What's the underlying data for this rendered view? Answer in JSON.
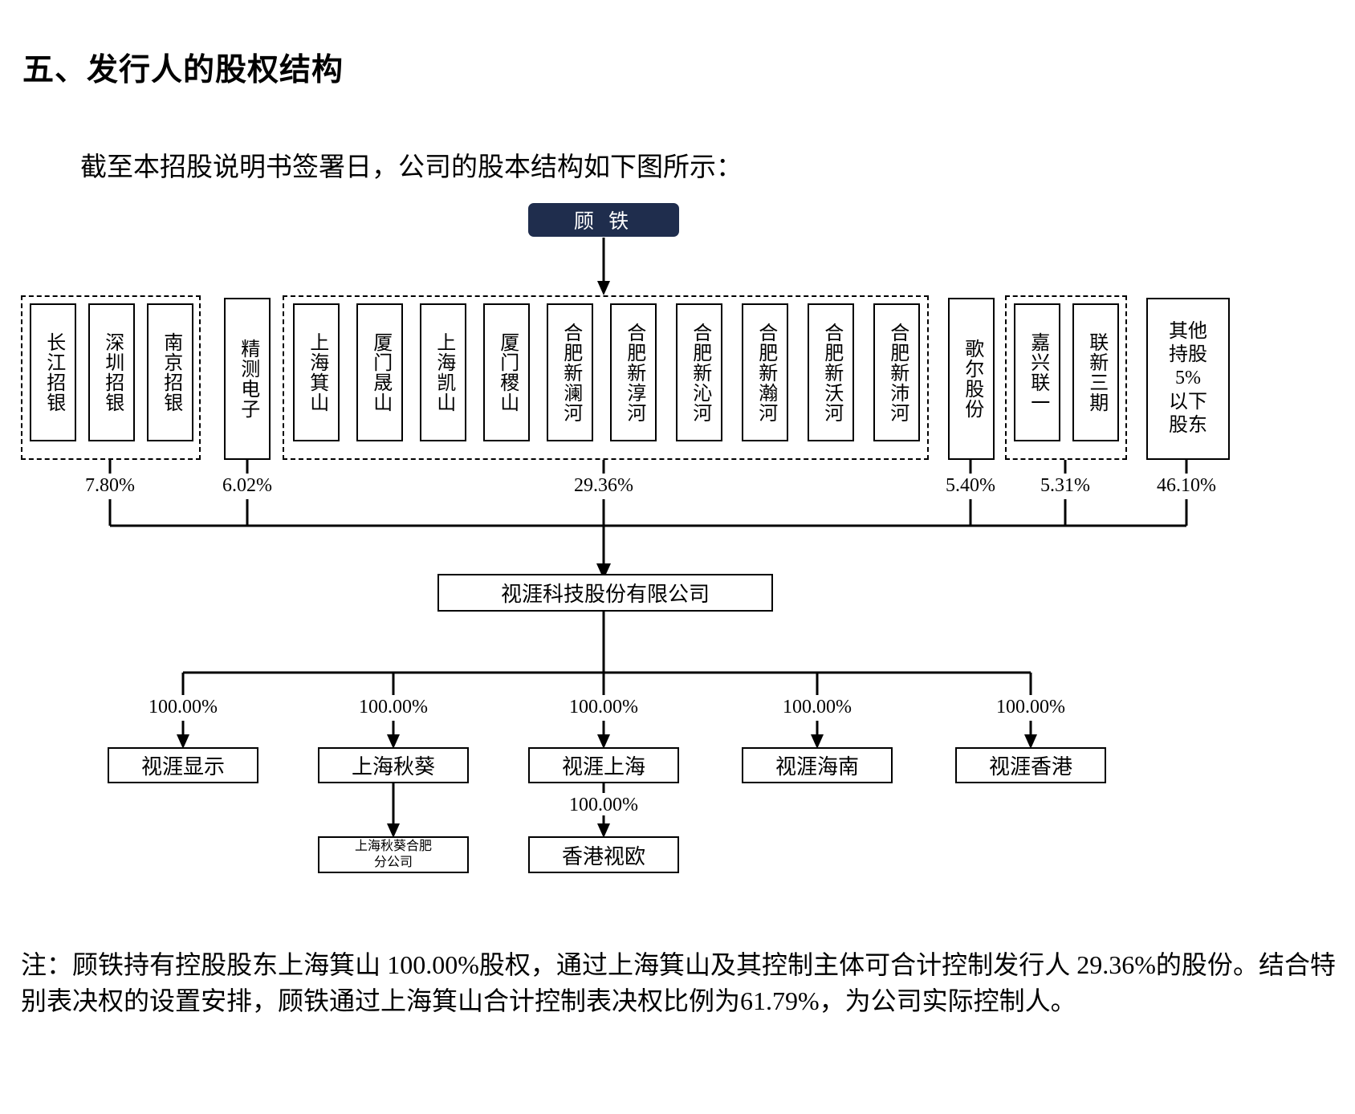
{
  "section": {
    "title": "五、发行人的股权结构",
    "intro": "截至本招股说明书签署日，公司的股本结构如下图所示："
  },
  "chart_data": {
    "type": "diagram",
    "title": "发行人股权结构图",
    "controller": {
      "label": "顾 铁"
    },
    "issuer": {
      "label": "视涯科技股份有限公司"
    },
    "shareholder_groups": [
      {
        "id": "group-zhaoyin",
        "dashed": true,
        "pct": "7.80%",
        "members": [
          {
            "label": "长江招银"
          },
          {
            "label": "深圳招银"
          },
          {
            "label": "南京招银"
          }
        ]
      },
      {
        "id": "group-jingce",
        "dashed": false,
        "pct": "6.02%",
        "members": [
          {
            "label": "精测电子"
          }
        ]
      },
      {
        "id": "group-controller-parties",
        "dashed": true,
        "pct": "29.36%",
        "members": [
          {
            "label": "上海箕山"
          },
          {
            "label": "厦门晟山"
          },
          {
            "label": "上海凯山"
          },
          {
            "label": "厦门稷山"
          },
          {
            "label": "合肥新澜河"
          },
          {
            "label": "合肥新淳河"
          },
          {
            "label": "合肥新沁河"
          },
          {
            "label": "合肥新瀚河"
          },
          {
            "label": "合肥新沃河"
          },
          {
            "label": "合肥新沛河"
          }
        ]
      },
      {
        "id": "group-goertek",
        "dashed": false,
        "pct": "5.40%",
        "members": [
          {
            "label": "歌尔股份"
          }
        ]
      },
      {
        "id": "group-lianxin",
        "dashed": true,
        "pct": "5.31%",
        "members": [
          {
            "label": "嘉兴联一"
          },
          {
            "label": "联新三期"
          }
        ]
      },
      {
        "id": "group-others",
        "dashed": false,
        "pct": "46.10%",
        "members": [
          {
            "label": "其他持股5%以下股东",
            "lines": [
              "其他",
              "持股",
              "5%",
              "以下",
              "股东"
            ]
          }
        ]
      }
    ],
    "subsidiaries": [
      {
        "label": "视涯显示",
        "pct": "100.00%",
        "children": []
      },
      {
        "label": "上海秋葵",
        "pct": "100.00%",
        "children": [
          {
            "label": "上海秋葵合肥分公司",
            "lines": [
              "上海秋葵合肥",
              "分公司"
            ],
            "pct": ""
          }
        ]
      },
      {
        "label": "视涯上海",
        "pct": "100.00%",
        "children": [
          {
            "label": "香港视欧",
            "lines": [
              "香港视欧"
            ],
            "pct": "100.00%"
          }
        ]
      },
      {
        "label": "视涯海南",
        "pct": "100.00%",
        "children": []
      },
      {
        "label": "视涯香港",
        "pct": "100.00%",
        "children": []
      }
    ]
  },
  "footnote": {
    "text": "注：顾铁持有控股股东上海箕山 100.00%股权，通过上海箕山及其控制主体可合计控制发行人 29.36%的股份。结合特别表决权的设置安排，顾铁通过上海箕山合计控制表决权比例为61.79%，为公司实际控制人。"
  },
  "colors": {
    "controller_node_bg": "#1f2d4d",
    "controller_node_text": "#ffffff",
    "line": "#000000",
    "page_bg": "#ffffff"
  }
}
